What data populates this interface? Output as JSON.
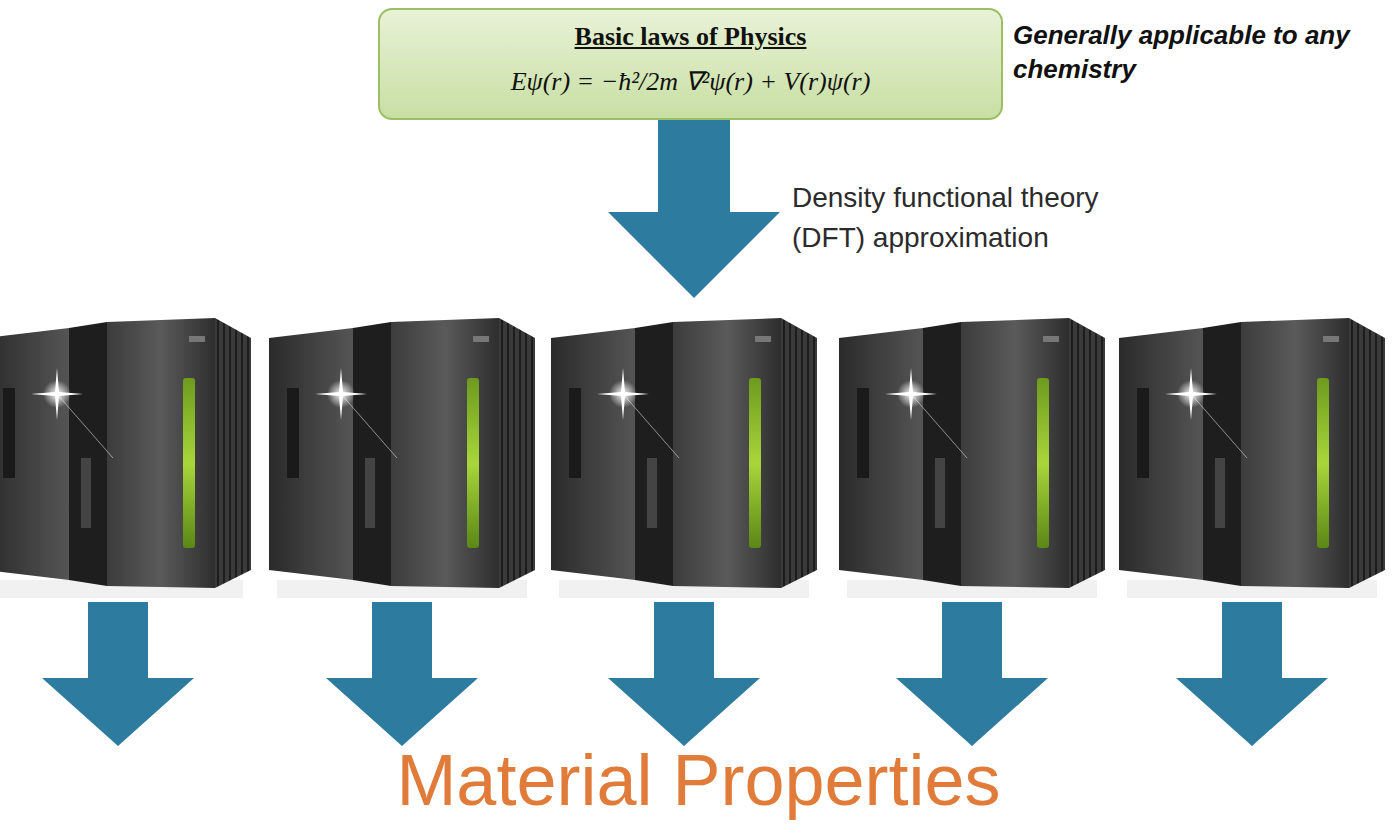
{
  "diagram": {
    "nodes": [
      {
        "text": [
          "Basic laws of Physics",
          "Eψ(r) = −ħ²/2m ∇²ψ(r) + V(r)ψ(r)"
        ]
      }
    ],
    "labels": [
      "Generally applicable to any chemistry",
      "Density functional theory (DFT) approximation",
      "Material Properties"
    ]
  }
}
